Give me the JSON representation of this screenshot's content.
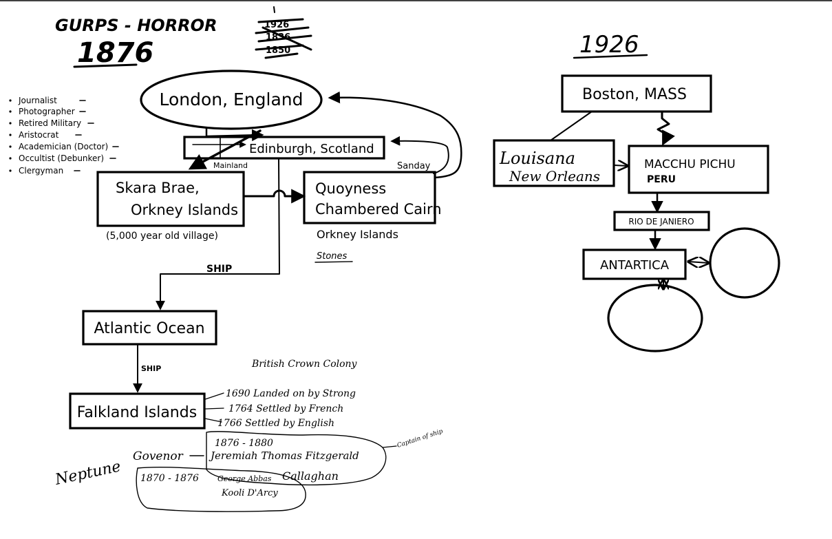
{
  "title": "GURPS - HORROR",
  "left_year": "1876",
  "right_year": "1926",
  "scratched_years": [
    "1926",
    "1836",
    "1850"
  ],
  "roles": [
    "Journalist",
    "Photographer",
    "Retired Military",
    "Aristocrat",
    "Academician (Doctor)",
    "Occultist (Debunker)",
    "Clergyman"
  ],
  "nodes_1876": {
    "london": "London, England",
    "edinburgh": "Edinburgh, Scotland",
    "skara": [
      "Skara Brae,",
      "Orkney Islands"
    ],
    "skara_note": "(5,000 year old village)",
    "quoyness": [
      "Quoyness",
      "Chambered Cairn"
    ],
    "quoyness_note": "Orkney Islands",
    "stones": "Stones",
    "atlantic": "Atlantic Ocean",
    "falkland": "Falkland Islands"
  },
  "edge_labels_1876": {
    "mainland": "Mainland",
    "sanday": "Sanday",
    "ship1": "SHIP",
    "ship2": "SHIP"
  },
  "falkland_notes": {
    "colony": "British Crown Colony",
    "history": [
      "1690  Landed on by Strong",
      "1764  Settled by French",
      "1766  Settled by English"
    ],
    "governor_label": "Govenor",
    "gov1_years": "1876 - 1880",
    "gov1_name": "Jeremiah Thomas Fitzgerald",
    "gov1_surname": "Callaghan",
    "gov2_years": "1870 - 1876",
    "gov2_name": [
      "George Abbas",
      "Kooli D'Arcy"
    ],
    "captain_note": "Captain of ship",
    "neptune": "Neptune"
  },
  "nodes_1926": {
    "boston": "Boston, MASS",
    "louisiana": [
      "Louisana",
      "New Orleans"
    ],
    "macchu": [
      "MACCHU  PICHU",
      "PERU"
    ],
    "rio": "RIO DE JANIERO",
    "antartica": "ANTARTICA"
  }
}
